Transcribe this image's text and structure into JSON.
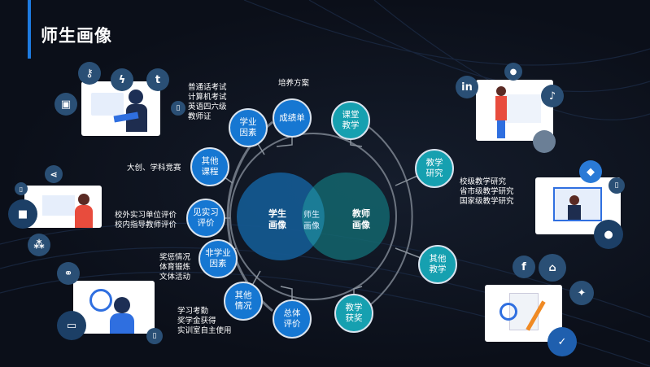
{
  "title": "师生画像",
  "center": {
    "student": "学生\n画像",
    "overlap": "师生\n画像",
    "teacher": "教师\n画像"
  },
  "student_nodes": [
    {
      "label": "成绩单"
    },
    {
      "label": "学业\n因素"
    },
    {
      "label": "其他\n课程"
    },
    {
      "label": "见实习\n评价"
    },
    {
      "label": "非学业\n因素"
    },
    {
      "label": "其他\n情况"
    },
    {
      "label": "总体\n评价"
    }
  ],
  "teacher_nodes": [
    {
      "label": "课堂\n教学"
    },
    {
      "label": "教学\n研究"
    },
    {
      "label": "其他\n教学"
    },
    {
      "label": "教学\n获奖"
    }
  ],
  "notes": {
    "training": "培养方案",
    "exams": "普通话考试\n计算机考试\n英语四六级\n教师证",
    "contest": "大创、学科竞赛",
    "internship": "校外实习单位评价\n校内指导教师评价",
    "nonacademic": "奖惩情况\n体育锻炼\n文体活动",
    "other": "学习考勤\n奖学金获得\n实训室自主使用",
    "research": "校级教学研究\n省市级教学研究\n国家级教学研究"
  },
  "colors": {
    "student": "#1677d2",
    "teacher": "#16a0b0",
    "accent": "#1e7be0"
  }
}
